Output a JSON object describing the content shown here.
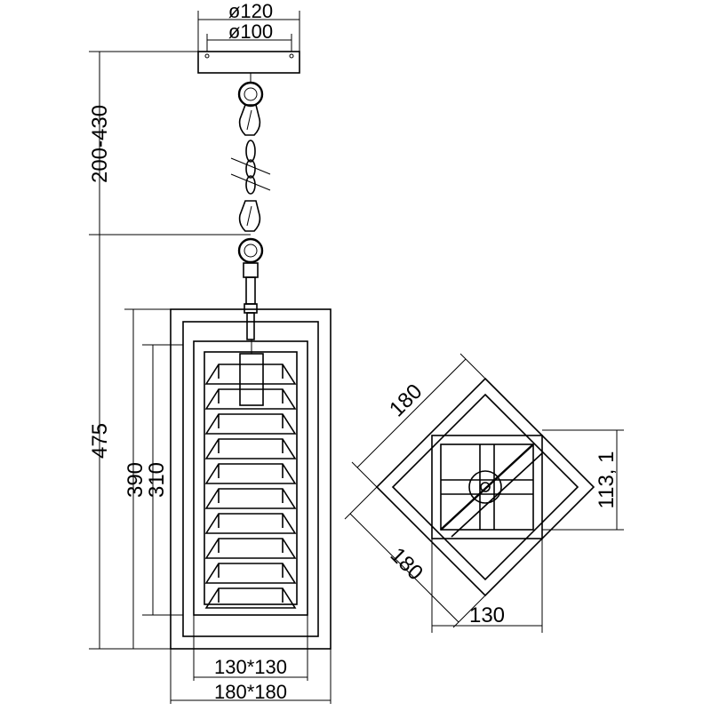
{
  "dimensions": {
    "canopy_outer": "ø120",
    "canopy_inner": "ø100",
    "chain_length": "200-430",
    "total_height": "475",
    "outer_frame_height": "390",
    "inner_frame_height": "310",
    "inner_size": "130*130",
    "outer_size": "180*180",
    "top_side_a": "180",
    "top_side_b": "180",
    "top_width": "130",
    "top_height": "113, 1"
  }
}
